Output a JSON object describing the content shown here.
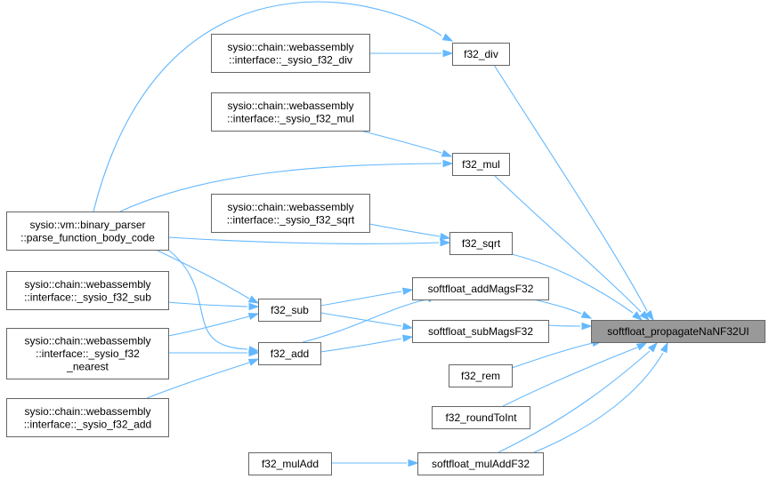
{
  "graph": {
    "nodes": {
      "binary_parser": {
        "lines": [
          "sysio::vm::binary_parser",
          "::parse_function_body_code"
        ]
      },
      "sysio_sub": {
        "lines": [
          "sysio::chain::webassembly",
          "::interface::_sysio_f32_sub"
        ]
      },
      "sysio_nearest": {
        "lines": [
          "sysio::chain::webassembly",
          "::interface::_sysio_f32",
          "_nearest"
        ]
      },
      "sysio_add": {
        "lines": [
          "sysio::chain::webassembly",
          "::interface::_sysio_f32_add"
        ]
      },
      "sysio_div": {
        "lines": [
          "sysio::chain::webassembly",
          "::interface::_sysio_f32_div"
        ]
      },
      "sysio_mul": {
        "lines": [
          "sysio::chain::webassembly",
          "::interface::_sysio_f32_mul"
        ]
      },
      "sysio_sqrt": {
        "lines": [
          "sysio::chain::webassembly",
          "::interface::_sysio_f32_sqrt"
        ]
      },
      "f32_div": {
        "lines": [
          "f32_div"
        ]
      },
      "f32_mul": {
        "lines": [
          "f32_mul"
        ]
      },
      "f32_sqrt": {
        "lines": [
          "f32_sqrt"
        ]
      },
      "f32_sub": {
        "lines": [
          "f32_sub"
        ]
      },
      "f32_add": {
        "lines": [
          "f32_add"
        ]
      },
      "f32_mulAdd": {
        "lines": [
          "f32_mulAdd"
        ]
      },
      "addMags": {
        "lines": [
          "softfloat_addMagsF32"
        ]
      },
      "subMags": {
        "lines": [
          "softfloat_subMagsF32"
        ]
      },
      "f32_rem": {
        "lines": [
          "f32_rem"
        ]
      },
      "roundToInt": {
        "lines": [
          "f32_roundToInt"
        ]
      },
      "mulAddF32": {
        "lines": [
          "softfloat_mulAddF32"
        ]
      },
      "propagate": {
        "lines": [
          "softfloat_propagateNaNF32UI"
        ],
        "highlight": true
      }
    },
    "edges": [
      {
        "from": "binary_parser",
        "to": "f32_div"
      },
      {
        "from": "binary_parser",
        "to": "f32_mul"
      },
      {
        "from": "binary_parser",
        "to": "f32_sqrt"
      },
      {
        "from": "binary_parser",
        "to": "f32_sub"
      },
      {
        "from": "binary_parser",
        "to": "f32_add"
      },
      {
        "from": "sysio_div",
        "to": "f32_div"
      },
      {
        "from": "sysio_mul",
        "to": "f32_mul"
      },
      {
        "from": "sysio_sqrt",
        "to": "f32_sqrt"
      },
      {
        "from": "sysio_sub",
        "to": "f32_sub"
      },
      {
        "from": "sysio_nearest",
        "to": "f32_sub"
      },
      {
        "from": "sysio_nearest",
        "to": "f32_add"
      },
      {
        "from": "sysio_add",
        "to": "f32_add"
      },
      {
        "from": "f32_sub",
        "to": "addMags"
      },
      {
        "from": "f32_sub",
        "to": "subMags"
      },
      {
        "from": "f32_add",
        "to": "addMags"
      },
      {
        "from": "f32_add",
        "to": "subMags"
      },
      {
        "from": "f32_mulAdd",
        "to": "mulAddF32"
      },
      {
        "from": "f32_div",
        "to": "propagate"
      },
      {
        "from": "f32_mul",
        "to": "propagate"
      },
      {
        "from": "f32_sqrt",
        "to": "propagate"
      },
      {
        "from": "addMags",
        "to": "propagate"
      },
      {
        "from": "subMags",
        "to": "propagate"
      },
      {
        "from": "f32_rem",
        "to": "propagate"
      },
      {
        "from": "roundToInt",
        "to": "propagate"
      },
      {
        "from": "mulAddF32",
        "to": "propagate"
      }
    ]
  },
  "colors": {
    "edge": "#63b8ff",
    "node_border": "#666666",
    "node_fill": "#ffffff",
    "highlight_fill": "#999999"
  }
}
